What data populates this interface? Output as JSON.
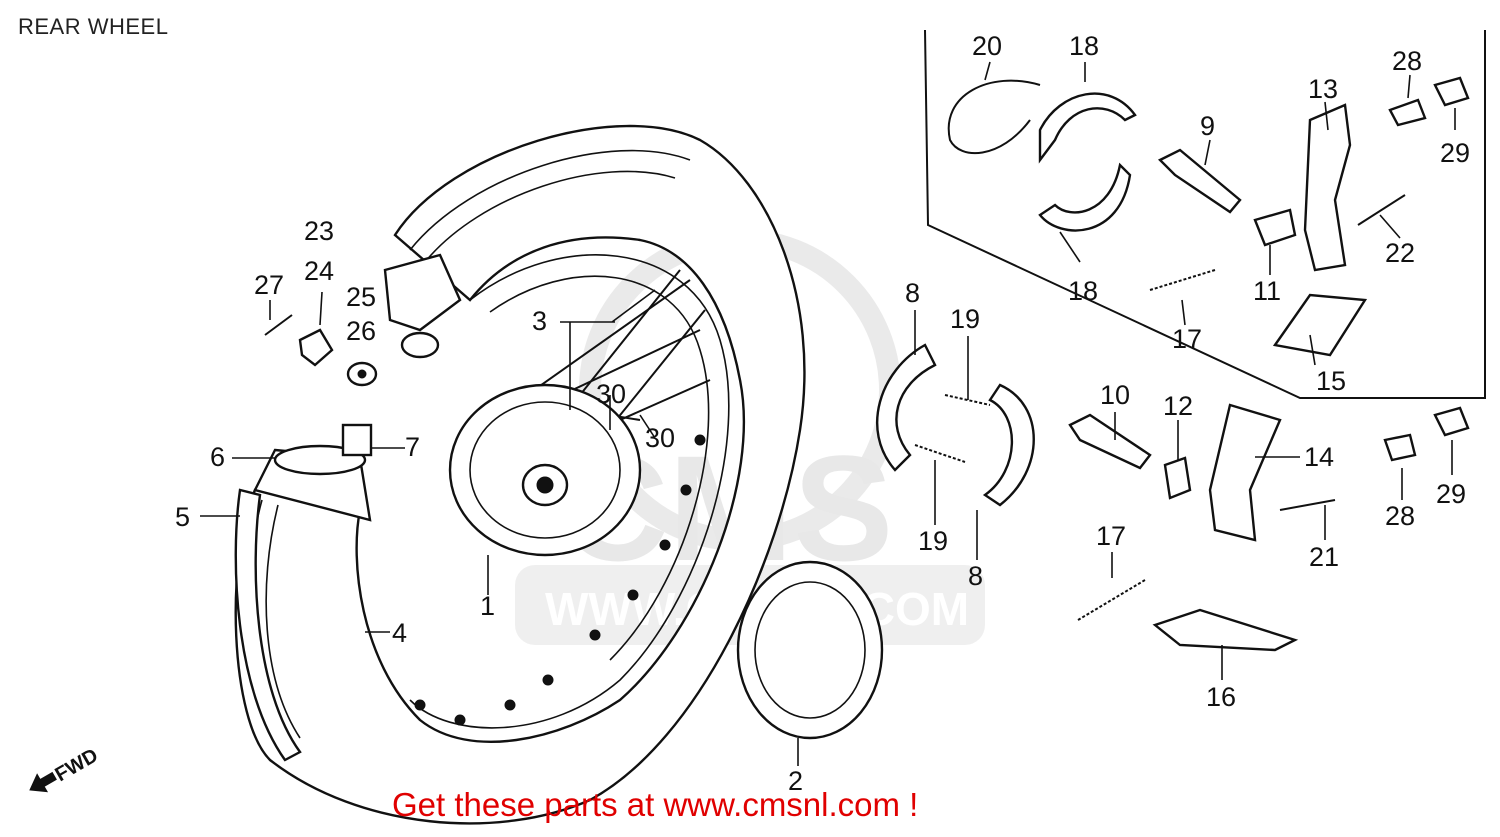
{
  "title": "REAR WHEEL",
  "footer": "Get these parts at www.cmsnl.com !",
  "watermark": {
    "logo": "CMS",
    "url": "WWW.CMSNL.COM"
  },
  "fwd_label": "FWD",
  "colors": {
    "line": "#111111",
    "footer": "#e00000",
    "watermark": "#e6e6e6"
  },
  "callouts": [
    "20",
    "18",
    "28",
    "13",
    "9",
    "29",
    "23",
    "24",
    "27",
    "25",
    "26",
    "3",
    "30",
    "30",
    "18",
    "22",
    "11",
    "17",
    "8",
    "19",
    "15",
    "10",
    "12",
    "14",
    "6",
    "7",
    "5",
    "1",
    "19",
    "8",
    "21",
    "28",
    "29",
    "17",
    "4",
    "16",
    "2"
  ]
}
